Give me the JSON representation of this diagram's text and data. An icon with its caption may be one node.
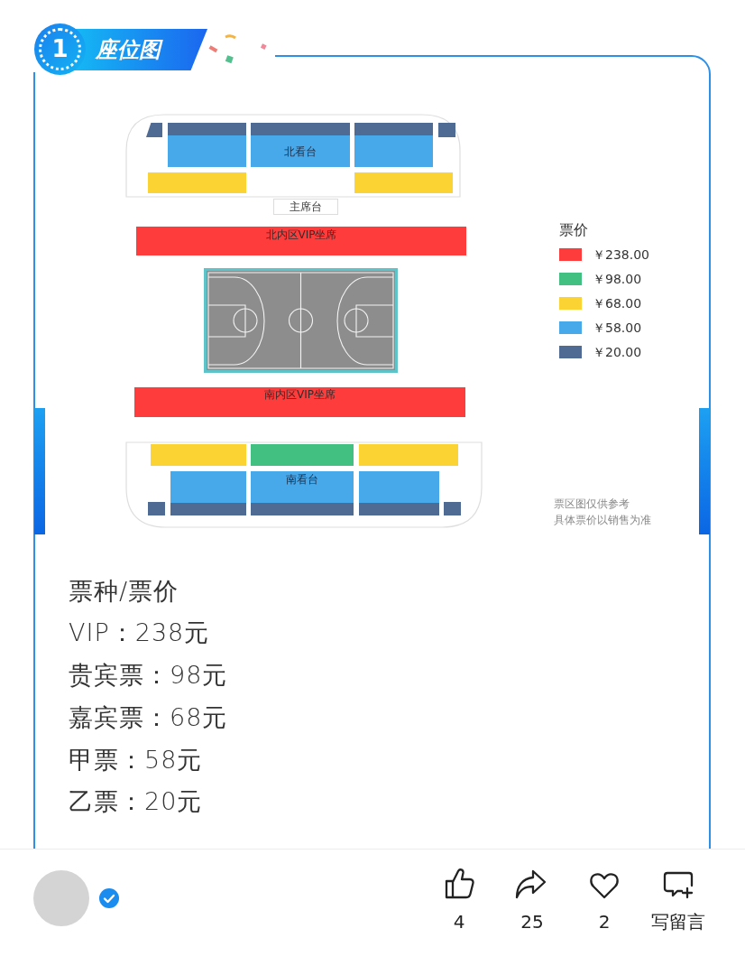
{
  "diagram": {
    "title": "座位图",
    "nodes": [
      {
        "text": [],
        "shape": "box"
      },
      {
        "text": [],
        "shape": "box"
      },
      {
        "text": [],
        "shape": "box"
      },
      {
        "text": [],
        "shape": "box"
      },
      {
        "text": [],
        "shape": "box"
      },
      {
        "text": [],
        "shape": "box"
      },
      {
        "text": [
          "北看台"
        ]
      },
      {
        "text": [],
        "shape": "box"
      },
      {
        "text": [],
        "shape": "box"
      },
      {
        "text": [],
        "shape": "box"
      },
      {
        "text": [
          "主席台"
        ]
      },
      {
        "text": [
          "北内区VIP坐席"
        ]
      },
      {
        "text": [
          "南内区VIP坐席"
        ]
      },
      {
        "text": [],
        "shape": "box"
      },
      {
        "text": [],
        "shape": "box"
      },
      {
        "text": [],
        "shape": "box"
      },
      {
        "text": [],
        "shape": "box"
      },
      {
        "text": [
          "南看台"
        ]
      },
      {
        "text": [],
        "shape": "box"
      },
      {
        "text": [],
        "shape": "box"
      },
      {
        "text": [],
        "shape": "box"
      },
      {
        "text": [],
        "shape": "box"
      },
      {
        "text": [],
        "shape": "box"
      },
      {
        "text": [],
        "shape": "box"
      }
    ],
    "labels": [
      "1",
      "票价",
      "票区图仅供参考",
      "具体票价以销售为准",
      "票种/票价",
      "VIP：238元",
      "贵宾票：98元",
      "嘉宾票：68元",
      "甲票：58元",
      "乙票：20元",
      "4",
      "25",
      "2",
      "写留言"
    ],
    "legend": [
      {
        "text": "￥238.00",
        "color": "#ff3c3c"
      },
      {
        "text": "￥98.00",
        "color": "#41c081"
      },
      {
        "text": "￥68.00",
        "color": "#fbd332"
      },
      {
        "text": "￥58.00",
        "color": "#48a9ea"
      },
      {
        "text": "￥20.00",
        "color": "#4f6a93"
      }
    ]
  }
}
